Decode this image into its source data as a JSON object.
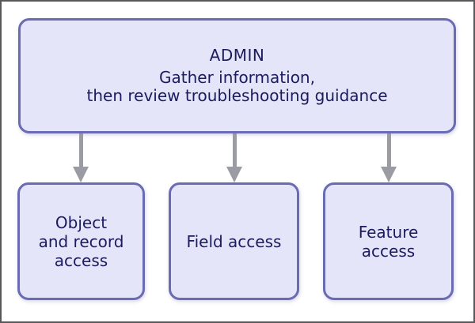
{
  "diagram": {
    "root": {
      "title": "ADMIN",
      "subtitle": "Gather information,\nthen review troubleshooting guidance"
    },
    "children": [
      {
        "label": "Object\nand record\naccess"
      },
      {
        "label": "Field access"
      },
      {
        "label": "Feature\naccess"
      }
    ],
    "colors": {
      "box_fill": "#e5e5f9",
      "box_border": "#6b6bb3",
      "text": "#1b1b5e",
      "arrow": "#9b9ba3",
      "frame_border": "#58585a"
    }
  }
}
